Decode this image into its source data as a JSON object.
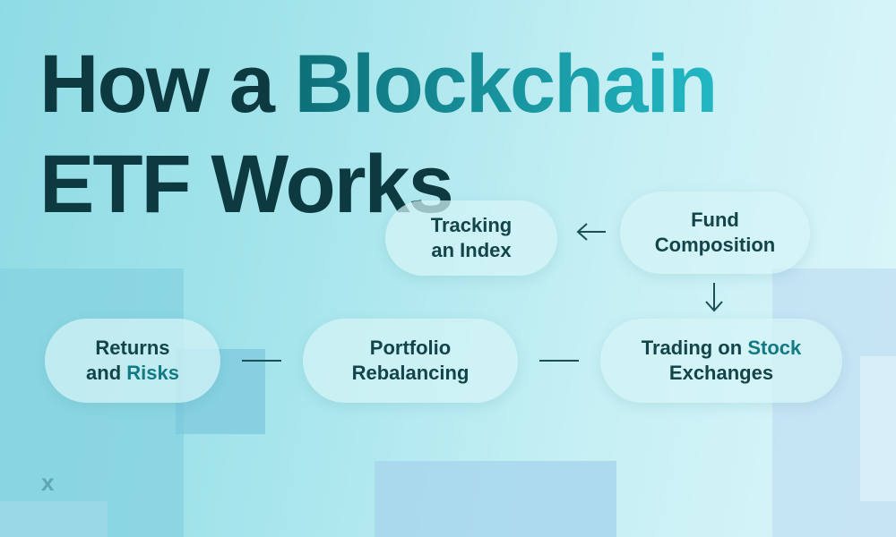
{
  "title": {
    "line1_dark": "How a ",
    "line1_accent": "Blockchain",
    "line2": "ETF Works"
  },
  "nodes": {
    "tracking_index": {
      "line1": "Tracking",
      "line2": "an Index"
    },
    "fund_composition": {
      "line1": "Fund",
      "line2": "Composition"
    },
    "trading_on_stock_exchanges": {
      "line1_a": "Trading on ",
      "line1_b": "Stock",
      "line2": "Exchanges"
    },
    "portfolio_rebalancing": {
      "line1": "Portfolio",
      "line2": "Rebalancing"
    },
    "returns_and_risks": {
      "line1": "Returns",
      "line2_a": "and ",
      "line2_b": "Risks"
    }
  },
  "logo": {
    "glyph": "x",
    "icon": "brand-x-icon"
  },
  "colors": {
    "title_dark": "#0d3a40",
    "accent_start": "#0e6f78",
    "accent_end": "#22b8c4",
    "node_bg": "#d6f4f7",
    "node_text": "#12444a",
    "node_accent_text": "#137a83",
    "connector": "#1b4e55"
  }
}
